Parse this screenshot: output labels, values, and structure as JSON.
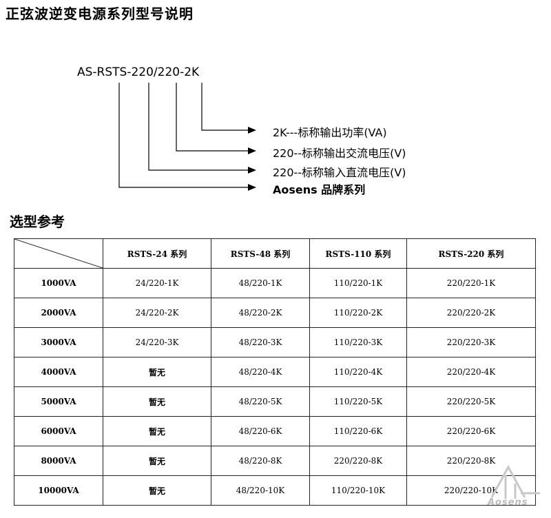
{
  "title": "正弦波逆变电源系列型号说明",
  "model_code": "AS-RSTS-220/220-2K",
  "explanations": [
    "2K---标称输出功率(VA)",
    "220--标称输出交流电压(V)",
    "220--标称输入直流电压(V)",
    "Aosens 品牌系列"
  ],
  "section_title": "选型参考",
  "table": {
    "headers": [
      "RSTS-24 系列",
      "RSTS-48 系列",
      "RSTS-110 系列",
      "RSTS-220 系列"
    ],
    "rows": [
      {
        "power": "1000VA",
        "cells": [
          "24/220-1K",
          "48/220-1K",
          "110/220-1K",
          "220/220-1K"
        ]
      },
      {
        "power": "2000VA",
        "cells": [
          "24/220-2K",
          "48/220-2K",
          "110/220-2K",
          "220/220-2K"
        ]
      },
      {
        "power": "3000VA",
        "cells": [
          "24/220-3K",
          "48/220-3K",
          "110/220-3K",
          "220/220-3K"
        ]
      },
      {
        "power": "4000VA",
        "cells": [
          "暂无",
          "48/220-4K",
          "110/220-4K",
          "220/220-4K"
        ]
      },
      {
        "power": "5000VA",
        "cells": [
          "暂无",
          "48/220-5K",
          "110/220-5K",
          "220/220-5K"
        ]
      },
      {
        "power": "6000VA",
        "cells": [
          "暂无",
          "48/220-6K",
          "110/220-6K",
          "220/220-6K"
        ]
      },
      {
        "power": "8000VA",
        "cells": [
          "暂无",
          "48/220-8K",
          "220/220-8K",
          "220/220-8K"
        ]
      },
      {
        "power": "10000VA",
        "cells": [
          "暂无",
          "48/220-10K",
          "110/220-10K",
          "220/220-10K"
        ]
      }
    ]
  },
  "watermark_text": "Aosens"
}
